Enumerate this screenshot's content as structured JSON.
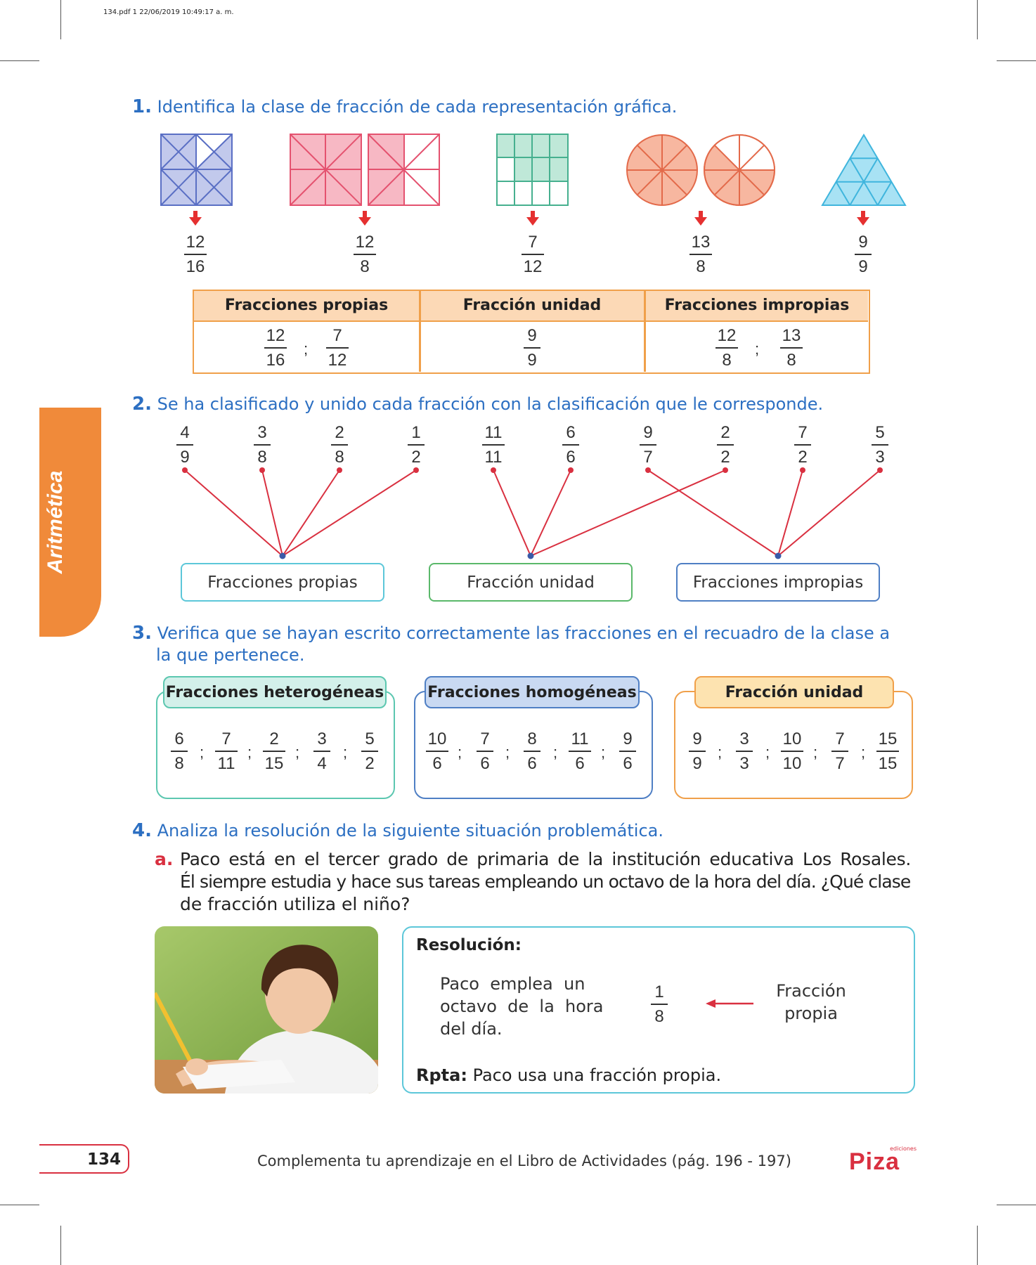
{
  "print_info": "134.pdf   1   22/06/2019   10:49:17 a. m.",
  "side_tab": "Aritmética",
  "q1": {
    "num": "1.",
    "title": "Identifica la clase de fracción de cada representación gráfica.",
    "figure_fractions": [
      {
        "n": "12",
        "d": "16"
      },
      {
        "n": "12",
        "d": "8"
      },
      {
        "n": "7",
        "d": "12"
      },
      {
        "n": "13",
        "d": "8"
      },
      {
        "n": "9",
        "d": "9"
      }
    ],
    "table": {
      "headers": [
        "Fracciones propias",
        "Fracción unidad",
        "Fracciones impropias"
      ],
      "cells": [
        [
          {
            "n": "12",
            "d": "16"
          },
          {
            "n": "7",
            "d": "12"
          }
        ],
        [
          {
            "n": "9",
            "d": "9"
          }
        ],
        [
          {
            "n": "12",
            "d": "8"
          },
          {
            "n": "13",
            "d": "8"
          }
        ]
      ],
      "separator": ";"
    }
  },
  "q2": {
    "num": "2.",
    "title": "Se ha clasificado y unido cada fracción con la clasificación que le corresponde.",
    "fractions": [
      {
        "n": "4",
        "d": "9"
      },
      {
        "n": "3",
        "d": "8"
      },
      {
        "n": "2",
        "d": "8"
      },
      {
        "n": "1",
        "d": "2"
      },
      {
        "n": "11",
        "d": "11"
      },
      {
        "n": "6",
        "d": "6"
      },
      {
        "n": "9",
        "d": "7"
      },
      {
        "n": "2",
        "d": "2"
      },
      {
        "n": "7",
        "d": "2"
      },
      {
        "n": "5",
        "d": "3"
      }
    ],
    "boxes": [
      "Fracciones propias",
      "Fracción unidad",
      "Fracciones impropias"
    ]
  },
  "q3": {
    "num": "3.",
    "title_line1": "Verifica que se hayan escrito correctamente las fracciones en el recuadro de la clase a",
    "title_line2": "la que pertenece.",
    "groups": [
      {
        "title": "Fracciones heterogéneas",
        "fractions": [
          {
            "n": "6",
            "d": "8"
          },
          {
            "n": "7",
            "d": "11"
          },
          {
            "n": "2",
            "d": "15"
          },
          {
            "n": "3",
            "d": "4"
          },
          {
            "n": "5",
            "d": "2"
          }
        ],
        "color": "#5cc7b0",
        "fill": "#d3f0ea"
      },
      {
        "title": "Fracciones homogéneas",
        "fractions": [
          {
            "n": "10",
            "d": "6"
          },
          {
            "n": "7",
            "d": "6"
          },
          {
            "n": "8",
            "d": "6"
          },
          {
            "n": "11",
            "d": "6"
          },
          {
            "n": "9",
            "d": "6"
          }
        ],
        "color": "#4f7fc4",
        "fill": "#c9d9f2"
      },
      {
        "title": "Fracción unidad",
        "fractions": [
          {
            "n": "9",
            "d": "9"
          },
          {
            "n": "3",
            "d": "3"
          },
          {
            "n": "10",
            "d": "10"
          },
          {
            "n": "7",
            "d": "7"
          },
          {
            "n": "15",
            "d": "15"
          }
        ],
        "color": "#f0a04a",
        "fill": "#fde3b0"
      }
    ]
  },
  "q4": {
    "num": "4.",
    "title": "Analiza la resolución de la siguiente situación problemática.",
    "item_letter": "a.",
    "item_line1": "Paco está en el tercer grado de primaria de la institución educativa Los Rosales.",
    "item_line2": "Él siempre estudia y hace sus tareas empleando un octavo de la hora del día. ¿Qué clase",
    "item_line3": "de fracción utiliza el niño?",
    "resolution_title": "Resolución:",
    "res_text_1": "Paco  emplea  un",
    "res_text_2": "octavo  de  la  hora",
    "res_text_3": "del día.",
    "res_fraction": {
      "n": "1",
      "d": "8"
    },
    "res_label_1": "Fracción",
    "res_label_2": "propia",
    "answer_label": "Rpta:",
    "answer_text": " Paco usa una fracción propia."
  },
  "footer": {
    "page_number": "134",
    "note": "Complementa tu aprendizaje en el Libro de Actividades (pág. 196 - 197)",
    "brand": "Piza",
    "brand_small": "ediciones"
  }
}
